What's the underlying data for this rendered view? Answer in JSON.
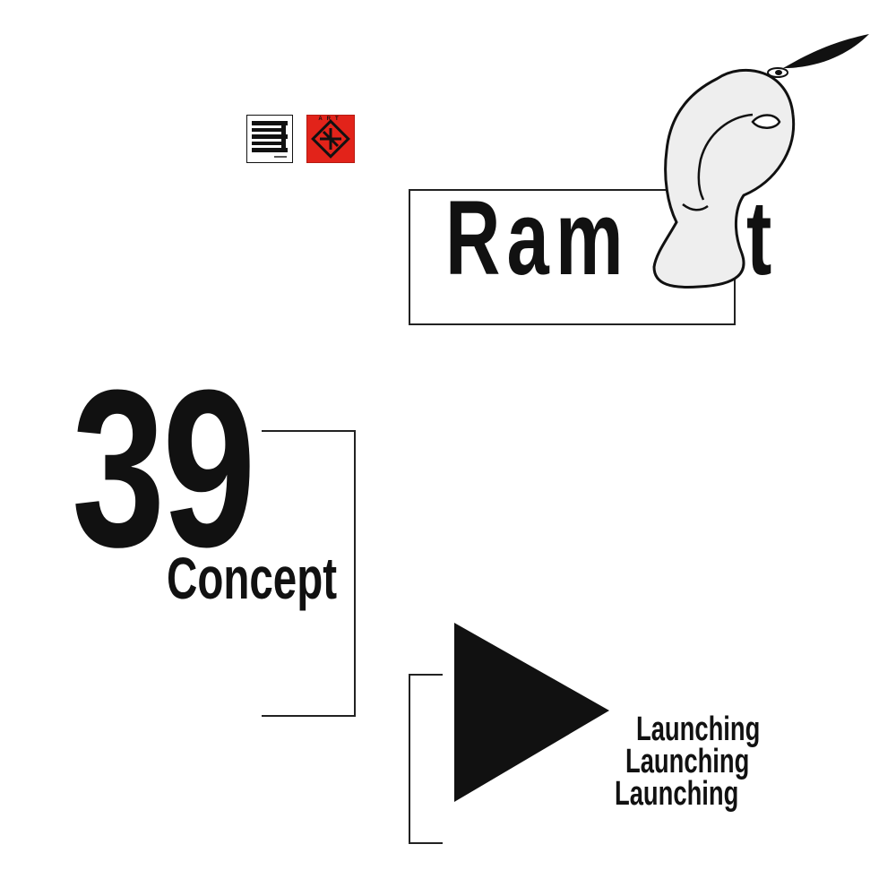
{
  "logos": {
    "left_icon": "stacked-bars-logo-icon",
    "right_icon": "red-glyph-logo-icon",
    "right_letters": "ART"
  },
  "brand": {
    "name_part": "Ram",
    "name_tail": "t",
    "head_icon": "sketched-head-icon"
  },
  "concept": {
    "number": "39",
    "label": "Concept"
  },
  "launch": {
    "play_icon": "play-triangle-icon",
    "lines": [
      "Launching",
      "Launching",
      "Launching"
    ]
  },
  "colors": {
    "ink": "#111111",
    "accent_red": "#e2231a",
    "background": "#ffffff"
  }
}
